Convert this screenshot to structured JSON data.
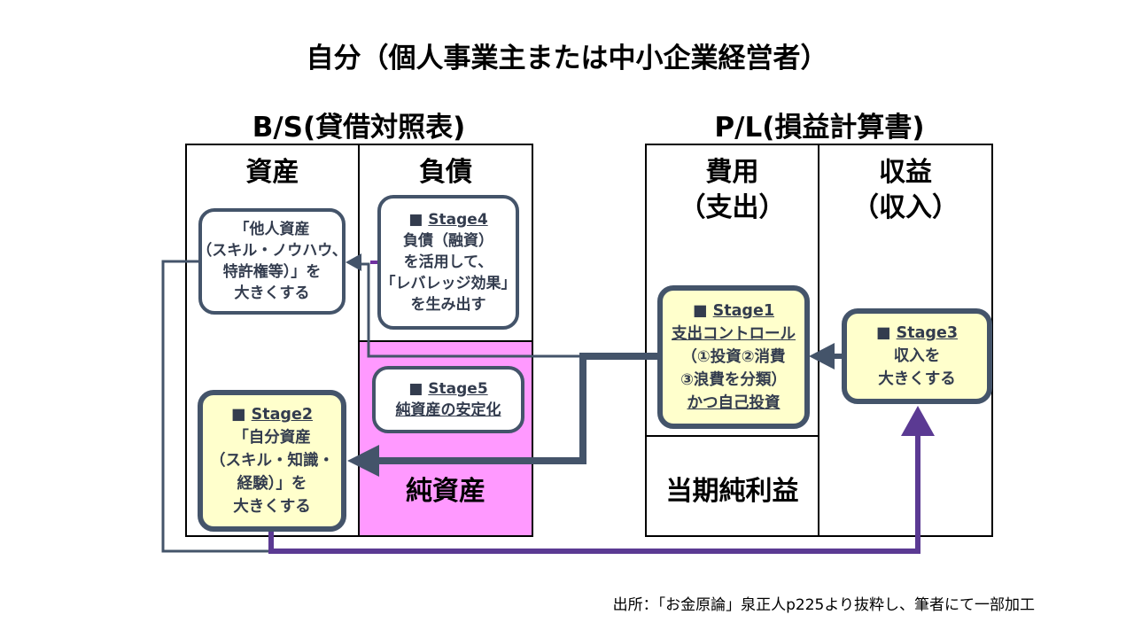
{
  "title": "自分（個人事業主または中小企業経営者）",
  "bs": {
    "title": "B/S(貸借対照表)",
    "assets_label": "資産",
    "liabilities_label": "負債",
    "net_assets_label": "純資産"
  },
  "pl": {
    "title": "P/L(損益計算書)",
    "expenses_label": [
      "費用",
      "（支出）"
    ],
    "revenue_label": [
      "収益",
      "（収入）"
    ],
    "net_income_label": "当期純利益"
  },
  "stages": {
    "other_assets": {
      "lines": [
        "「他人資産",
        "（スキル・ノウハウ、",
        "特許権等）」を",
        "大きくする"
      ]
    },
    "stage4": {
      "header_prefix": "■",
      "header": "Stage4",
      "lines": [
        "負債（融資）",
        "を活用して、",
        "「レバレッジ効果」",
        "を生み出す"
      ]
    },
    "stage5": {
      "header_prefix": "■",
      "header": "Stage5",
      "lines": [
        "純資産の安定化"
      ]
    },
    "stage2": {
      "header_prefix": "■",
      "header": "Stage2",
      "lines": [
        "「自分資産",
        "（スキル・知識・",
        "経験）」を",
        "大きくする"
      ]
    },
    "stage1": {
      "header_prefix": "■",
      "header": "Stage1",
      "lines": [
        "支出コントロール",
        "（①投資②消費",
        "③浪費を分類）",
        "かつ自己投資"
      ]
    },
    "stage3": {
      "header_prefix": "■",
      "header": "Stage3",
      "lines": [
        "収入を",
        "大きくする"
      ]
    }
  },
  "source": "出所：「お金原論」泉正人p225より抜粋し、筆者にて一部加工",
  "colors": {
    "arrow_slate": "#44546a",
    "arrow_purple": "#5b3a93",
    "arrow_purple_light": "#7030a0",
    "net_assets_fill": "#ff99ff",
    "highlight_fill": "#ffffcc",
    "text_slate": "#333c4e"
  }
}
